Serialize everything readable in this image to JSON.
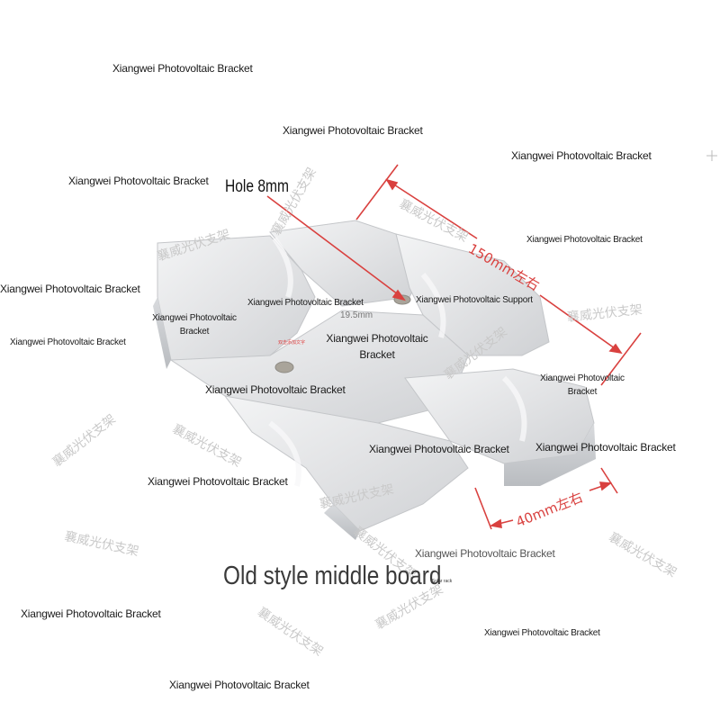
{
  "labels": {
    "hole": "Hole 8mm",
    "title": "Old style middle board",
    "dim_length": "150mm左右",
    "dim_width": "40mm左右",
    "dim_mm_small": "19.5mm",
    "tiny_red": "双击添加文字",
    "tiny_rack": "Solar rack",
    "support": "Xiangwei Photovoltaic Support",
    "bracket": "Xiangwei Photovoltaic Bracket"
  },
  "watermark_text": "襄威光伏支架",
  "colors": {
    "dimension": "#d9413f",
    "metal": "#e6e7e9",
    "metal_shadow": "#c8cacd",
    "watermark": "#c9c9c9"
  }
}
